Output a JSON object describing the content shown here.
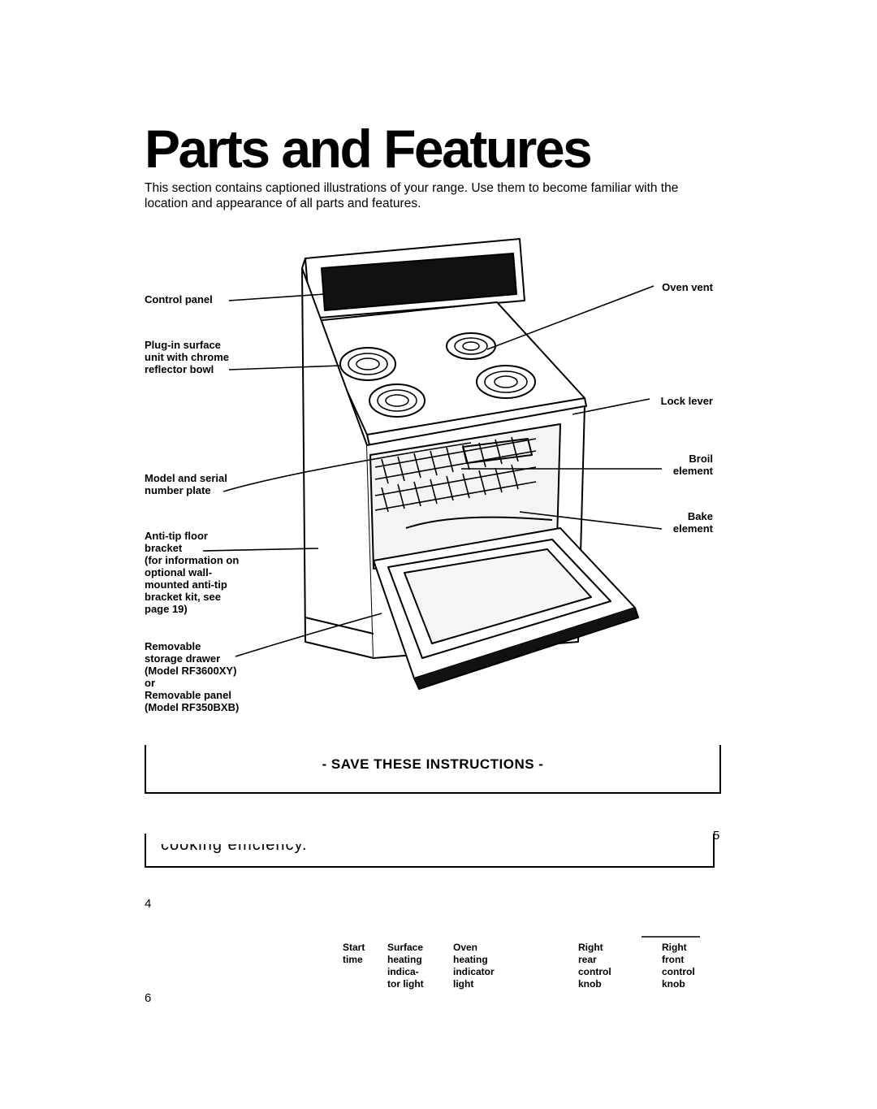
{
  "header": {
    "title": "Parts and Features",
    "intro": "This section contains captioned illustrations of your range. Use them to become familiar with the location and appearance of all parts and features."
  },
  "callouts": {
    "control_panel": "Control panel",
    "plug_in_surface": "Plug-in surface\nunit with chrome\nreflector bowl",
    "model_serial": "Model and serial\nnumber plate",
    "anti_tip": "Anti-tip floor\nbracket\n(for information on\noptional wall-\nmounted anti-tip\nbracket kit, see\npage 19)",
    "removable_drawer": "Removable\nstorage drawer\n(Model RF3600XY)\nor\nRemovable panel\n(Model RF350BXB)",
    "oven_vent": "Oven vent",
    "lock_lever": "Lock lever",
    "broil_element": "Broil\nelement",
    "bake_element": "Bake\nelement"
  },
  "notice": {
    "save_instructions": "- SAVE THESE INSTRUCTIONS -"
  },
  "fragment": {
    "cut_text": "cooking efficiency.",
    "page_five": "5",
    "page_four": "4",
    "page_six": "6"
  },
  "bottom_labels": {
    "start_time": "Start\ntime",
    "surface_light": "Surface\nheating\nindica-\ntor light",
    "oven_light": "Oven\nheating\nindicator\nlight",
    "right_rear": "Right\nrear\ncontrol\nknob",
    "right_front": "Right\nfront\ncontrol\nknob"
  }
}
